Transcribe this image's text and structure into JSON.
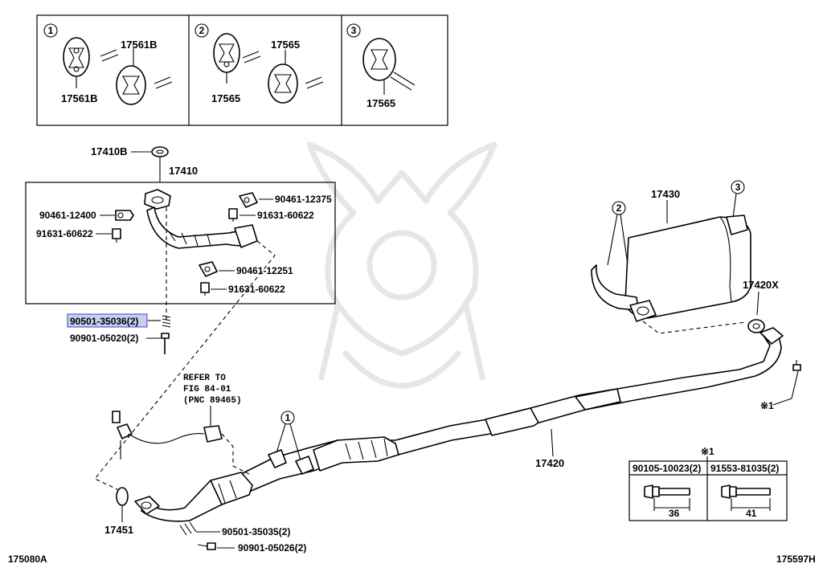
{
  "callouts": {
    "c1": "1",
    "c2": "2",
    "c3": "3",
    "note_mark": "※1"
  },
  "inset": {
    "p1_top": "17561B",
    "p1_bottom": "17561B",
    "p2_top": "17565",
    "p2_bottom": "17565",
    "p3_bottom": "17565"
  },
  "parts": {
    "gasket_top": "17410B",
    "front_pipe": "17410",
    "clamp_a": "90461-12400",
    "bolt_a": "91631-60622",
    "clamp_b": "90461-12375",
    "bolt_b": "91631-60622",
    "clamp_c": "90461-12251",
    "bolt_c": "91631-60622",
    "spring_selected": "90501-35036(2)",
    "bolt_spring": "90901-05020(2)",
    "muffler": "17430",
    "gasket_rear": "17420X",
    "center_pipe": "17420",
    "gasket_front": "17451",
    "spring_front": "90501-35035(2)",
    "bolt_front": "90901-05026(2)",
    "refer_line1": "REFER TO",
    "refer_line2": "FIG 84-01",
    "refer_line3": "(PNC 89465)"
  },
  "table": {
    "note_mark": "※1",
    "col1": "90105-10023(2)",
    "col2": "91553-81035(2)",
    "dim1": "36",
    "dim2": "41"
  },
  "footer": {
    "left_code": "175080A",
    "right_code": "175597H"
  },
  "colors": {
    "line": "#000000",
    "highlight_fill": "#c9cdf2",
    "highlight_border": "#3b45b8",
    "watermark": "#e6e6e6"
  }
}
